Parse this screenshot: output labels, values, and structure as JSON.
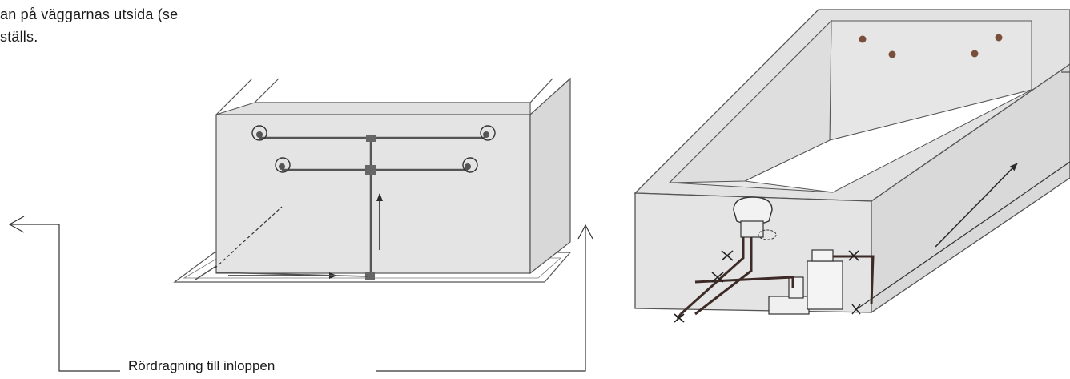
{
  "document": {
    "paragraph_lines": [
      "an på väggarnas utsida (se",
      "ställs."
    ]
  },
  "figure": {
    "caption": "Rördragning till inloppen"
  },
  "colors": {
    "wall_fill": "#e4e4e4",
    "pipe_dark": "#3d2a26",
    "pipe_gray": "#555555",
    "nozzle_dot": "#7a4f3a",
    "line": "#333333"
  }
}
